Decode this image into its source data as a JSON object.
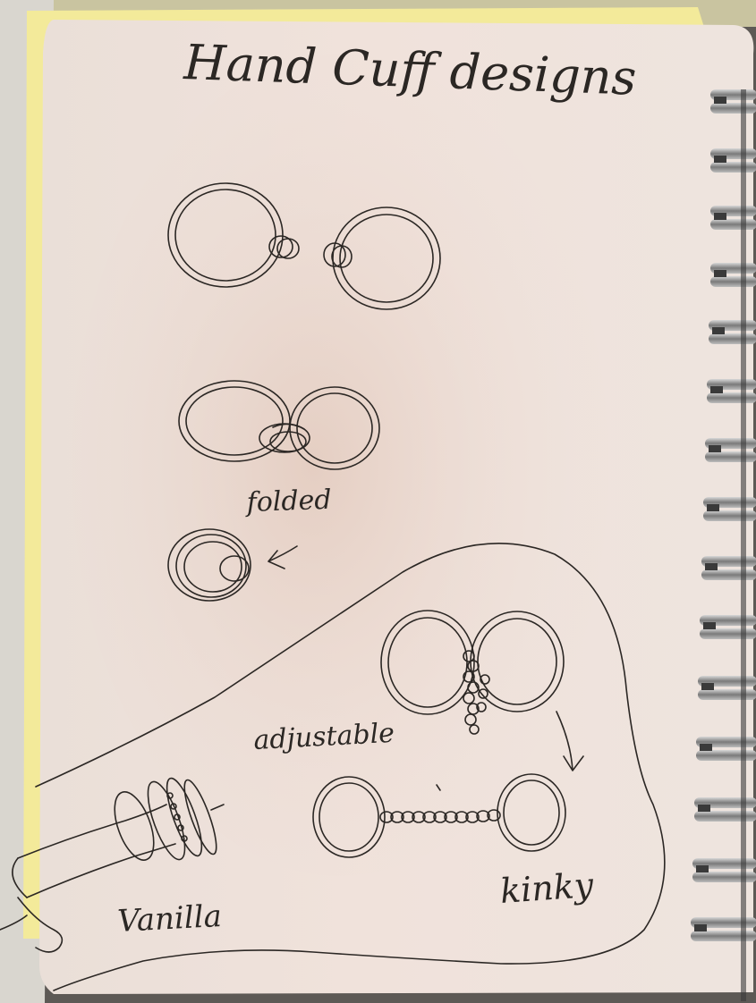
{
  "notebook": {
    "title": "Hand Cuff designs",
    "labels": {
      "folded": "folded",
      "adjustable": "adjustable",
      "vanilla": "Vanilla",
      "kinky": "kinky"
    }
  },
  "colors": {
    "paper": "#efe3dd",
    "paper_shadow": "#e6d5ca",
    "ink": "#2b2724",
    "spiral": "#8e8e8e",
    "yellow_page": "#f3ea9a"
  }
}
